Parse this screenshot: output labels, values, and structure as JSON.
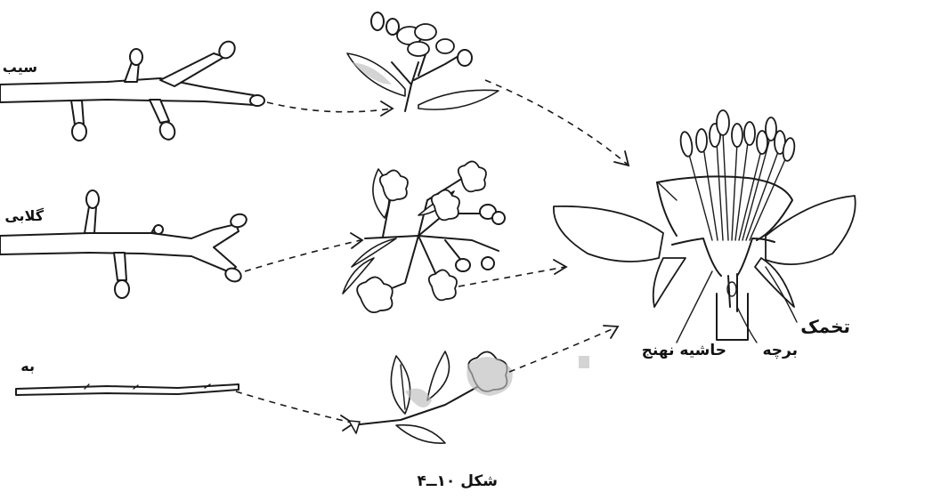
{
  "labels": {
    "apple": "سیب",
    "pear": "گلابی",
    "quince": "به",
    "ovary": "تخمک",
    "carpel": "برچه",
    "receptacle_rim": "حاشیه نهنج",
    "caption": "شکل ۱۰ــ۴"
  }
}
